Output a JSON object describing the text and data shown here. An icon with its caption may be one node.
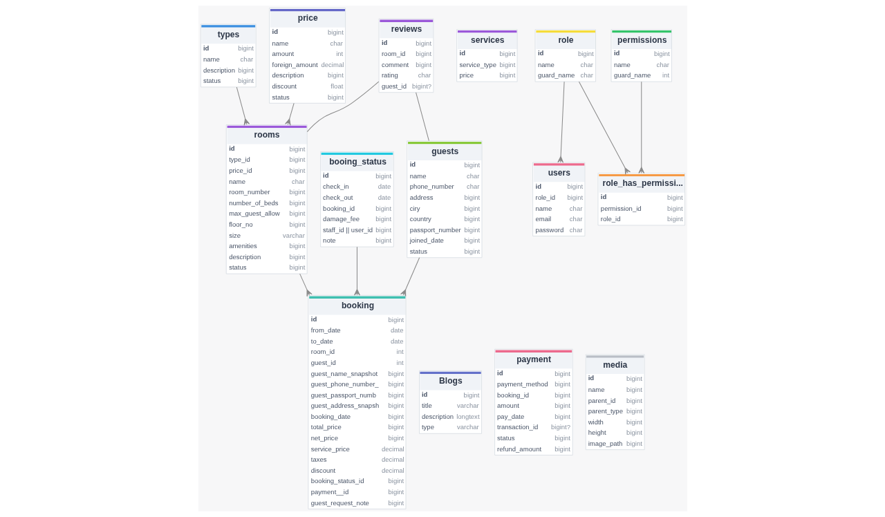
{
  "diagram": {
    "nodes": [
      {
        "text": [
          "types",
          "id",
          "bigint",
          "name",
          "char",
          "description",
          "bigint",
          "status",
          "bigint"
        ]
      },
      {
        "text": [
          "reviews",
          "id",
          "bigint",
          "room_id",
          "bigint",
          "comment",
          "bigint",
          "rating",
          "char",
          "guest_id",
          "bigint?"
        ]
      },
      {
        "text": [
          "rooms",
          "id",
          "bigint",
          "type_id",
          "bigint",
          "price_id",
          "bigint",
          "name",
          "char",
          "room_number",
          "bigint",
          "number_of_beds",
          "bigint",
          "max_guest_allow",
          "bigint",
          "floor_no",
          "bigint",
          "size",
          "varchar",
          "amenities",
          "bigint",
          "description",
          "bigint",
          "status",
          "bigint"
        ]
      },
      {
        "text": [
          "price",
          "id",
          "bigint",
          "name",
          "char",
          "amount",
          "int",
          "foreign_amount",
          "decimal",
          "description",
          "bigint",
          "discount",
          "float",
          "status",
          "bigint"
        ]
      },
      {
        "text": [
          "booking",
          "id",
          "bigint",
          "from_date",
          "date",
          "to_date",
          "date",
          "room_id",
          "int",
          "guest_id",
          "int",
          "guest_name_snapshot",
          "bigint",
          "guest_phone_number_",
          "bigint",
          "guest_passport_numb",
          "bigint",
          "guest_address_snapsh",
          "bigint",
          "booking_date",
          "bigint",
          "total_price",
          "bigint",
          "net_price",
          "bigint",
          "service_price",
          "decimal",
          "taxes",
          "decimal",
          "discount",
          "decimal",
          "booking_status_id",
          "bigint",
          "payment__id",
          "bigint",
          "guest_request_note",
          "bigint"
        ]
      },
      {
        "text": [
          "booing_status",
          "id",
          "bigint",
          "check_in",
          "date",
          "check_out",
          "date",
          "booking_id",
          "bigint",
          "damage_fee",
          "bigint",
          "staff_id || user_id",
          "bigint",
          "note",
          "bigint"
        ]
      },
      {
        "text": [
          "guests",
          "id",
          "bigint",
          "name",
          "char",
          "phone_number",
          "char",
          "address",
          "bigint",
          "ciry",
          "bigint",
          "country",
          "bigint",
          "passport_number",
          "bigint",
          "joined_date",
          "bigint",
          "status",
          "bigint"
        ]
      },
      {
        "text": [
          "Blogs",
          "id",
          "bigint",
          "title",
          "varchar",
          "description",
          "longtext",
          "type",
          "varchar"
        ]
      },
      {
        "text": [
          "services",
          "id",
          "bigint",
          "service_type",
          "bigint",
          "price",
          "bigint"
        ]
      },
      {
        "text": [
          "payment",
          "id",
          "bigint",
          "payment_method",
          "bigint",
          "booking_id",
          "bigint",
          "amount",
          "bigint",
          "pay_date",
          "bigint",
          "transaction_id",
          "bigint?",
          "status",
          "bigint",
          "refund_amount",
          "bigint"
        ]
      },
      {
        "text": [
          "media",
          "id",
          "bigint",
          "name",
          "bigint",
          "parent_id",
          "bigint",
          "parent_type",
          "bigint",
          "width",
          "bigint",
          "height",
          "bigint",
          "image_path",
          "bigint"
        ]
      },
      {
        "text": [
          "users",
          "id",
          "bigint",
          "role_id",
          "bigint",
          "name",
          "char",
          "email",
          "char",
          "password",
          "char"
        ]
      },
      {
        "text": [
          "role",
          "id",
          "bigint",
          "name",
          "char",
          "guard_name",
          "char"
        ]
      },
      {
        "text": [
          "role_has_permissi...",
          "id",
          "bigint",
          "permission_id",
          "bigint",
          "role_id",
          "bigint"
        ]
      },
      {
        "text": [
          "permissions",
          "id",
          "bigint",
          "name",
          "char",
          "guard_name",
          "int"
        ]
      }
    ],
    "edges": [
      {
        "from": 1,
        "to": 2,
        "arrow": "none"
      },
      {
        "from": 0,
        "to": 2,
        "arrow": "other"
      },
      {
        "from": 3,
        "to": 2,
        "arrow": "other"
      },
      {
        "from": 1,
        "to": 6,
        "arrow": "none"
      },
      {
        "from": 2,
        "to": 4,
        "arrow": "other"
      },
      {
        "from": 6,
        "to": 4,
        "arrow": "other"
      },
      {
        "from": 5,
        "to": 4,
        "arrow": "other"
      },
      {
        "from": 12,
        "to": 11,
        "arrow": "other"
      },
      {
        "from": 12,
        "to": 13,
        "arrow": "other"
      },
      {
        "from": 14,
        "to": 13,
        "arrow": "other"
      }
    ]
  }
}
